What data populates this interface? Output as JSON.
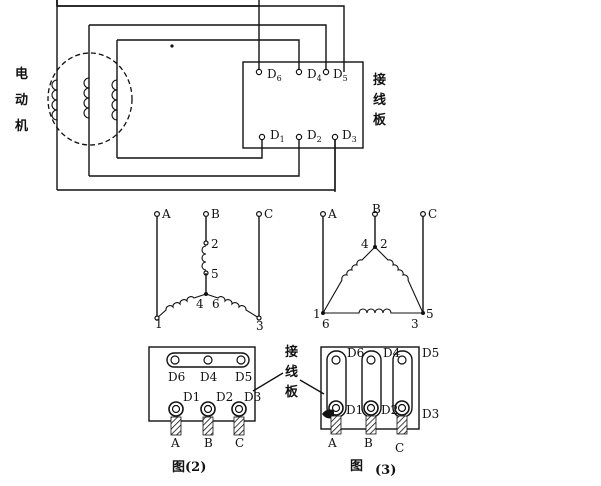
{
  "figure1": {
    "motor_label": [
      "电",
      "动",
      "机"
    ],
    "board_label": [
      "接",
      "线",
      "板"
    ],
    "top_terminals": [
      {
        "base": "D",
        "sub": "6"
      },
      {
        "base": "D",
        "sub": "4"
      },
      {
        "base": "D",
        "sub": "5"
      }
    ],
    "bottom_terminals": [
      {
        "base": "D",
        "sub": "1"
      },
      {
        "base": "D",
        "sub": "2"
      },
      {
        "base": "D",
        "sub": "3"
      }
    ]
  },
  "star": {
    "phases": [
      "A",
      "B",
      "C"
    ],
    "numbers": [
      "2",
      "5",
      "4",
      "6",
      "1",
      "3"
    ]
  },
  "delta": {
    "phases": [
      "A",
      "B",
      "C"
    ],
    "numbers": [
      "4",
      "2",
      "1",
      "6",
      "3",
      "5"
    ]
  },
  "board2": {
    "top_labels": [
      "D6",
      "D4",
      "D5"
    ],
    "bottom_labels": [
      "D1",
      "D2",
      "D3"
    ],
    "phase_labels": [
      "A",
      "B",
      "C"
    ],
    "caption": "图(2)"
  },
  "board_callout": [
    "接",
    "线",
    "板"
  ],
  "board3": {
    "top_labels": [
      "D6",
      "D4",
      "D5"
    ],
    "bottom_labels": [
      "D1",
      "D2",
      "D3"
    ],
    "phase_labels": [
      "A",
      "B",
      "C"
    ],
    "caption_main": "图",
    "caption_num": "(3)"
  }
}
